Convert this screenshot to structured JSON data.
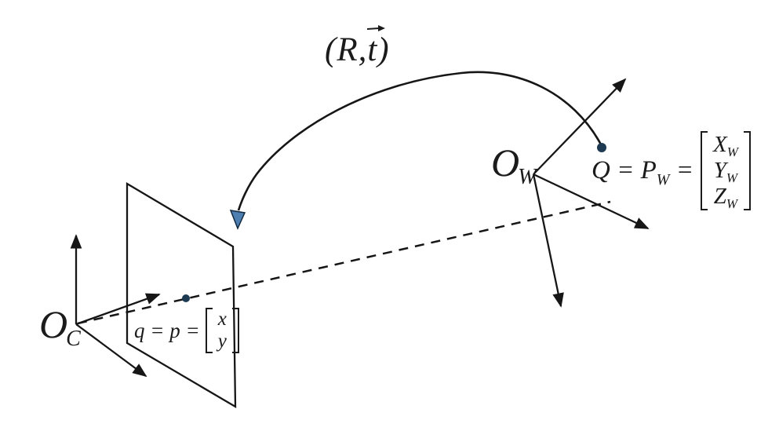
{
  "figure": {
    "description": "Rigid transform between camera frame and world frame",
    "transform_label": {
      "open": "(R,",
      "t": "t",
      "close": ")"
    },
    "camera_origin": {
      "main": "O",
      "sub": "C"
    },
    "world_origin": {
      "main": "O",
      "sub": "W"
    },
    "camera_point": {
      "prefix": "q = p =",
      "rows": [
        "x",
        "y"
      ]
    },
    "world_point": {
      "lead": "Q = P",
      "lead_sub": "W",
      "eq": "=",
      "rows": [
        {
          "v": "X",
          "s": "W"
        },
        {
          "v": "Y",
          "s": "W"
        },
        {
          "v": "Z",
          "s": "W"
        }
      ]
    },
    "colors": {
      "line": "#161616",
      "text": "#1b1b1b",
      "point_dot": "#1d3a52",
      "curve_arrowhead_fill": "#4d7fb3",
      "curve_arrowhead_stroke": "#12293f"
    }
  }
}
